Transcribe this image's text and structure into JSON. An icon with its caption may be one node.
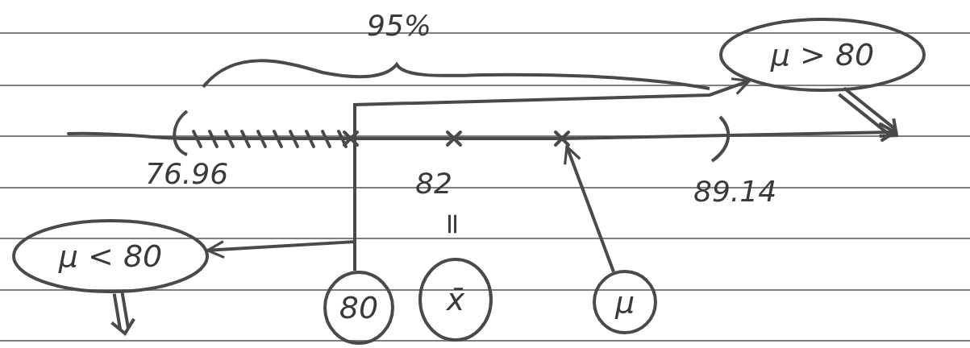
{
  "diagram": {
    "nodes": [
      {
        "text": [
          "μ > 80"
        ]
      },
      {
        "text": [
          "μ < 80"
        ]
      },
      {
        "text": [
          "80"
        ]
      },
      {
        "text": [
          "x̄"
        ],
        "beside": [
          "="
        ]
      },
      {
        "text": [
          "μ"
        ]
      }
    ],
    "edges": [
      {
        "from": 2,
        "to": 0,
        "arrow": "to"
      },
      {
        "from": 2,
        "to": 1,
        "arrow": "to"
      },
      {
        "from": 4,
        "to": null,
        "arrow": "to"
      },
      {
        "from": 0,
        "to": null,
        "arrow": "to"
      },
      {
        "from": 1,
        "to": null,
        "arrow": "to"
      }
    ],
    "labels": [
      "95%",
      "76.96",
      "82",
      "89.14"
    ]
  }
}
